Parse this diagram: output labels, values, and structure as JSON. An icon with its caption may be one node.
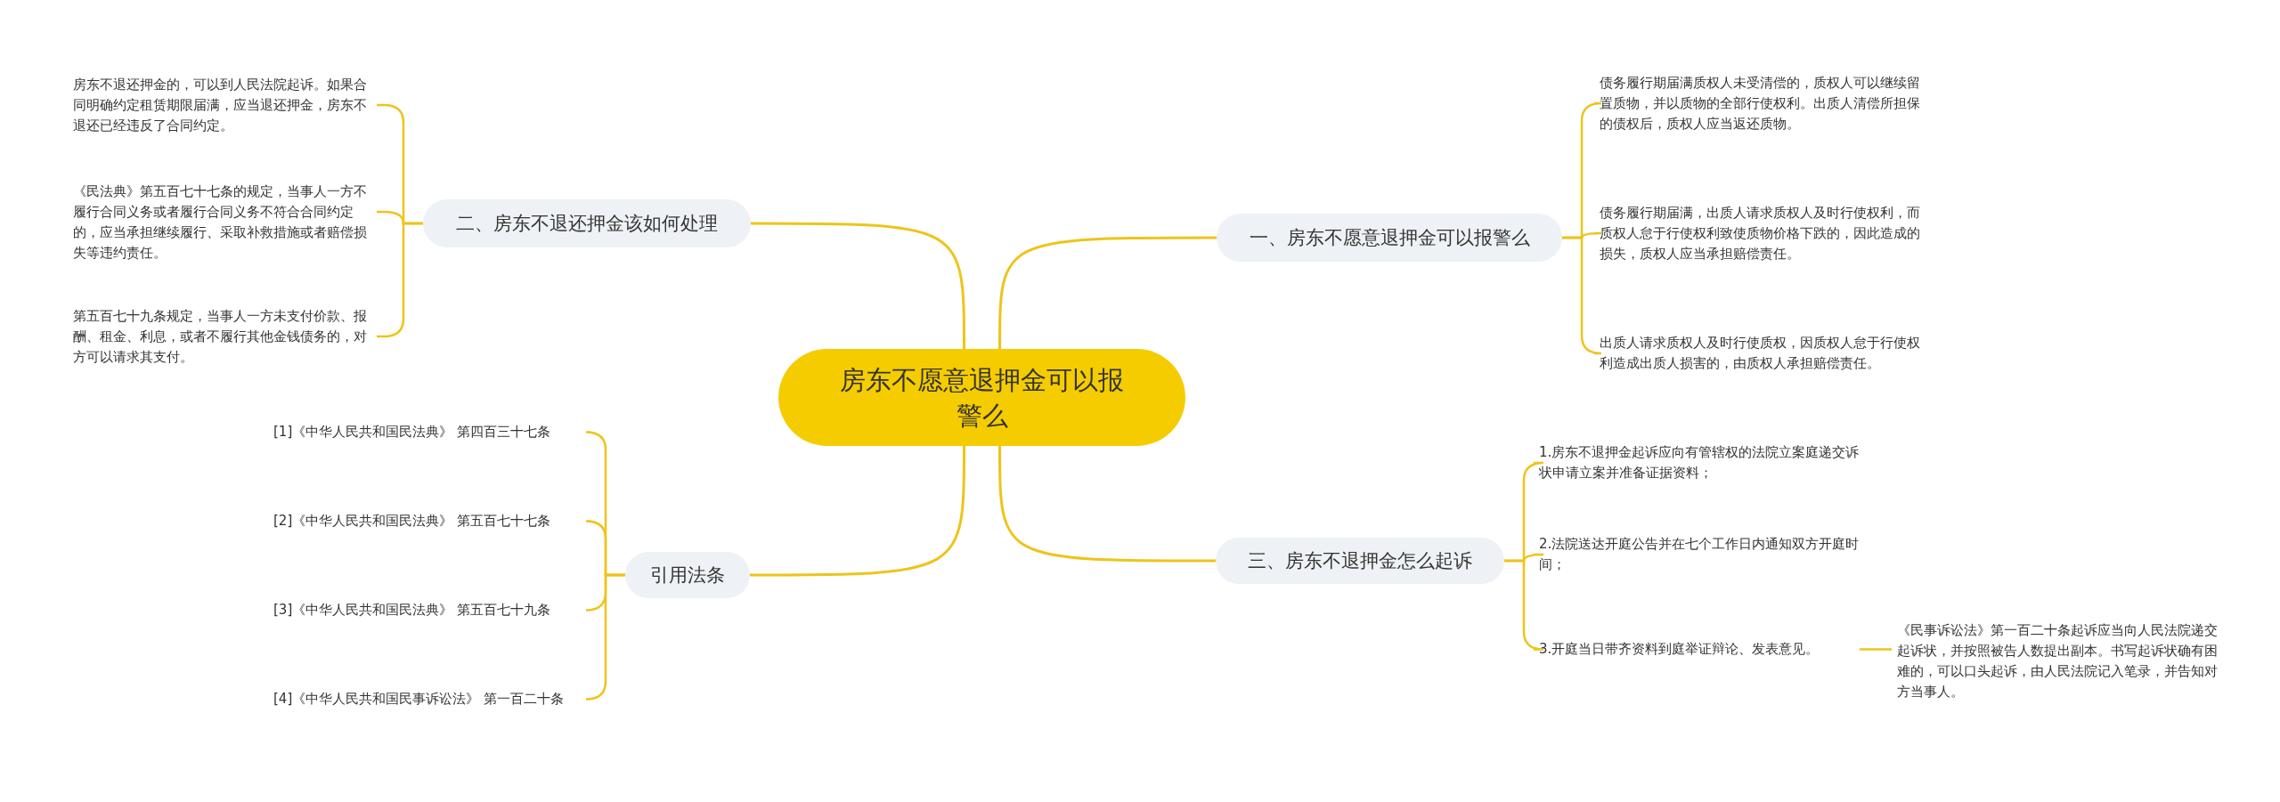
{
  "diagram": {
    "nodes": [
      {
        "text": [
          "房东不愿意退押金可以报警么"
        ]
      },
      {
        "text": [
          "一、房东不愿意退押金可以报警么"
        ]
      },
      {
        "text": [
          "债务履行期届满质权人未受清偿的，质权人可以继续留置质物，并以质物的全部行使权利。出质人清偿所担保的债权后，质权人应当返还质物。"
        ]
      },
      {
        "text": [
          "债务履行期届满，出质人请求质权人及时行使权利，而质权人怠于行使权利致使质物价格下跌的，因此造成的损失，质权人应当承担赔偿责任。"
        ]
      },
      {
        "text": [
          "出质人请求质权人及时行使质权，因质权人怠于行使权利造成出质人损害的，由质权人承担赔偿责任。"
        ]
      },
      {
        "text": [
          "二、房东不退还押金该如何处理"
        ]
      },
      {
        "text": [
          "房东不退还押金的，可以到人民法院起诉。如果合同明确约定租赁期限届满，应当退还押金，房东不退还已经违反了合同约定。"
        ]
      },
      {
        "text": [
          "《民法典》第五百七十七条的规定，当事人一方不履行合同义务或者履行合同义务不符合合同约定的，应当承担继续履行、采取补救措施或者赔偿损失等违约责任。"
        ]
      },
      {
        "text": [
          "第五百七十九条规定，当事人一方未支付价款、报酬、租金、利息，或者不履行其他金钱债务的，对方可以请求其支付。"
        ]
      },
      {
        "text": [
          "三、房东不退押金怎么起诉"
        ]
      },
      {
        "text": [
          "1.房东不退押金起诉应向有管辖权的法院立案庭递交诉状申请立案并准备证据资料；"
        ]
      },
      {
        "text": [
          "2.法院送达开庭公告并在七个工作日内通知双方开庭时间；"
        ]
      },
      {
        "text": [
          "3.开庭当日带齐资料到庭举证辩论、发表意见。"
        ]
      },
      {
        "text": [
          "《民事诉讼法》第一百二十条起诉应当向人民法院递交起诉状，并按照被告人数提出副本。书写起诉状确有困难的，可以口头起诉，由人民法院记入笔录，并告知对方当事人。"
        ]
      },
      {
        "text": [
          "引用法条"
        ]
      },
      {
        "text": [
          "[1]《中华人民共和国民法典》 第四百三十七条"
        ]
      },
      {
        "text": [
          "[2]《中华人民共和国民法典》 第五百七十七条"
        ]
      },
      {
        "text": [
          "[3]《中华人民共和国民法典》 第五百七十九条"
        ]
      },
      {
        "text": [
          "[4]《中华人民共和国民事诉讼法》 第一百二十条"
        ]
      }
    ],
    "edges": [
      {
        "from": 0,
        "to": 1,
        "arrow": "none"
      },
      {
        "from": 1,
        "to": 2,
        "arrow": "none"
      },
      {
        "from": 1,
        "to": 3,
        "arrow": "none"
      },
      {
        "from": 1,
        "to": 4,
        "arrow": "none"
      },
      {
        "from": 0,
        "to": 5,
        "arrow": "none"
      },
      {
        "from": 5,
        "to": 6,
        "arrow": "none"
      },
      {
        "from": 5,
        "to": 7,
        "arrow": "none"
      },
      {
        "from": 5,
        "to": 8,
        "arrow": "none"
      },
      {
        "from": 0,
        "to": 9,
        "arrow": "none"
      },
      {
        "from": 9,
        "to": 10,
        "arrow": "none"
      },
      {
        "from": 9,
        "to": 11,
        "arrow": "none"
      },
      {
        "from": 9,
        "to": 12,
        "arrow": "none"
      },
      {
        "from": 12,
        "to": 13,
        "arrow": "none"
      },
      {
        "from": 0,
        "to": 14,
        "arrow": "none"
      },
      {
        "from": 14,
        "to": 15,
        "arrow": "none"
      },
      {
        "from": 14,
        "to": 16,
        "arrow": "none"
      },
      {
        "from": 14,
        "to": 17,
        "arrow": "none"
      },
      {
        "from": 14,
        "to": 18,
        "arrow": "none"
      }
    ]
  }
}
